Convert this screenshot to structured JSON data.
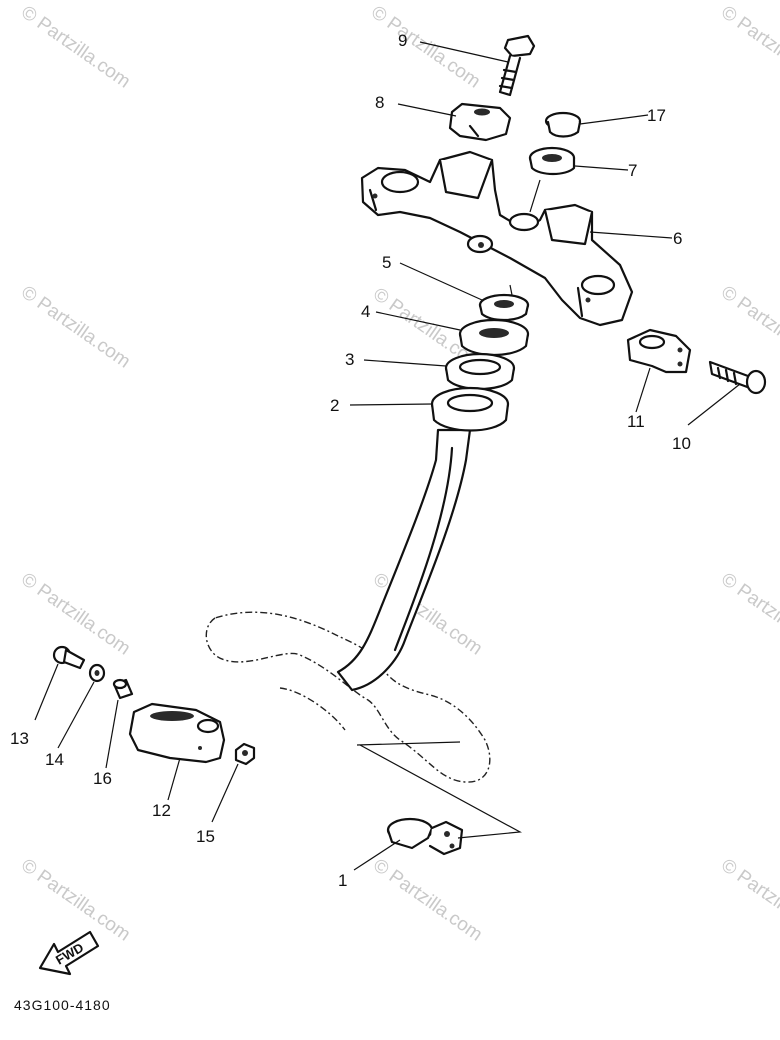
{
  "watermark": "© Partzilla.com",
  "diagram_code": "43G100-4180",
  "fwd_label": "FWD",
  "callouts": [
    "1",
    "2",
    "3",
    "4",
    "5",
    "6",
    "7",
    "8",
    "9",
    "10",
    "11",
    "12",
    "13",
    "14",
    "15",
    "16",
    "17"
  ]
}
